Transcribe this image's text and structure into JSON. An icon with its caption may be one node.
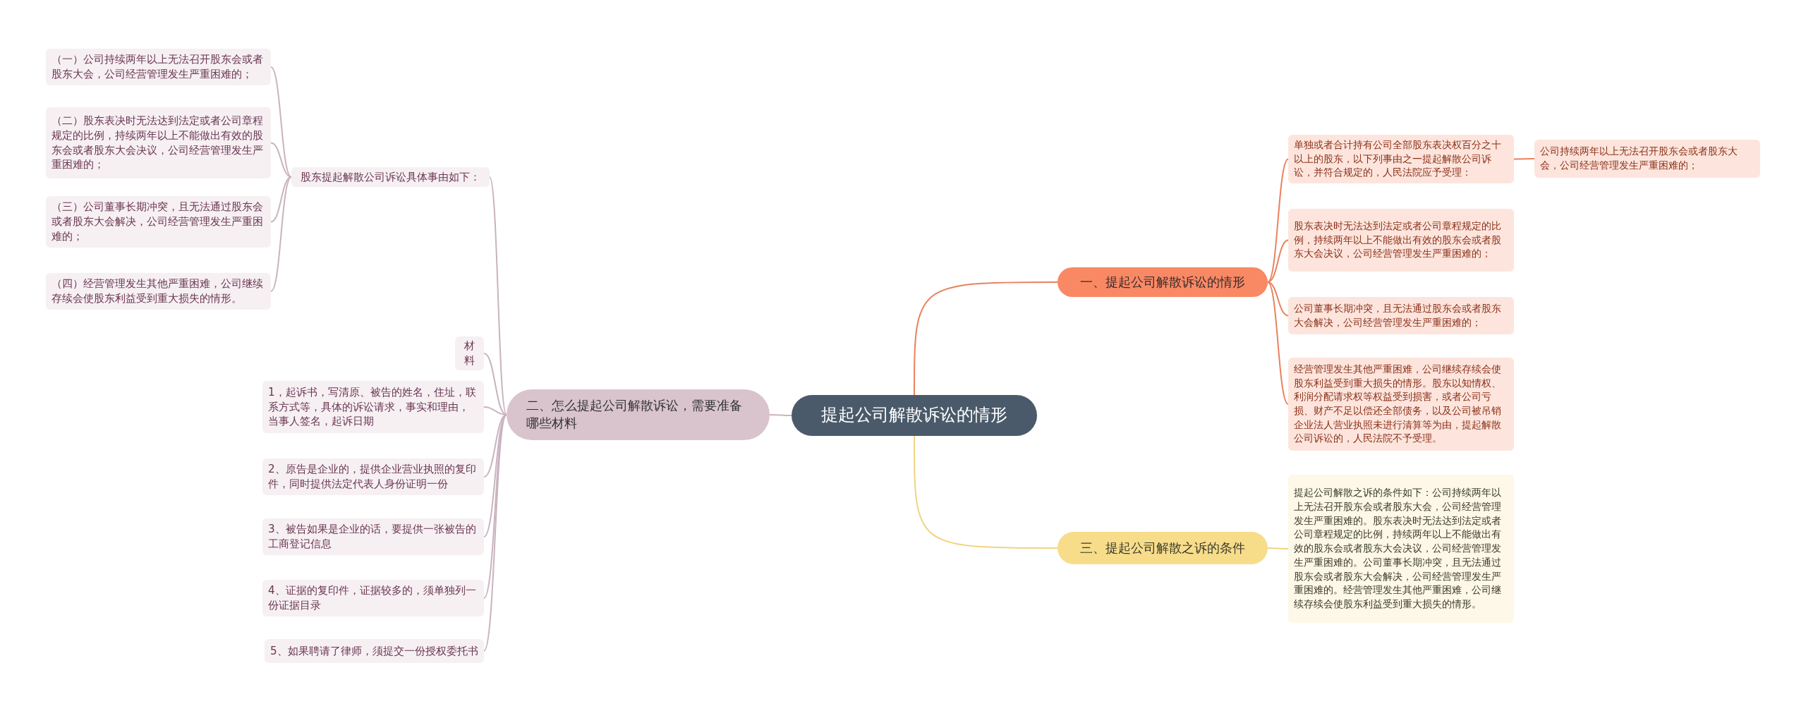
{
  "diagram": {
    "nodes": [
      {
        "text": [
          "提起公司解散诉讼的情形"
        ]
      },
      {
        "text": [
          "一、提起公司解散诉讼的情形"
        ]
      },
      {
        "text": [
          "单独或者合计持有公司全部股东表决权百分之十以上的股东，以下列事由之一提起解散公司诉讼，并符合规定的，人民法院应予受理："
        ]
      },
      {
        "text": [
          "公司持续两年以上无法召开股东会或者股东大会，公司经营管理发生严重困难的；"
        ]
      },
      {
        "text": [
          "股东表决时无法达到法定或者公司章程规定的比例，持续两年以上不能做出有效的股东会或者股东大会决议，公司经营管理发生严重困难的；"
        ]
      },
      {
        "text": [
          "公司董事长期冲突，且无法通过股东会或者股东大会解决，公司经营管理发生严重困难的；"
        ]
      },
      {
        "text": [
          "经营管理发生其他严重困难，公司继续存续会使股东利益受到重大损失的情形。股东以知情权、利润分配请求权等权益受到损害，或者公司亏损、财产不足以偿还全部债务，以及公司被吊销企业法人营业执照未进行清算等为由，提起解散公司诉讼的，人民法院不予受理。"
        ]
      },
      {
        "text": [
          "三、提起公司解散之诉的条件"
        ]
      },
      {
        "text": [
          "提起公司解散之诉的条件如下：公司持续两年以上无法召开股东会或者股东大会，公司经营管理发生严重困难的。股东表决时无法达到法定或者公司章程规定的比例，持续两年以上不能做出有效的股东会或者股东大会决议，公司经营管理发生严重困难的。公司董事长期冲突，且无法通过股东会或者股东大会解决，公司经营管理发生严重困难的。经营管理发生其他严重困难，公司继续存续会使股东利益受到重大损失的情形。"
        ]
      },
      {
        "text": [
          "二、怎么提起公司解散诉讼，需要准备哪些材料"
        ]
      },
      {
        "text": [
          "股东提起解散公司诉讼具体事由如下："
        ]
      },
      {
        "text": [
          "（一）公司持续两年以上无法召开股东会或者股东大会，公司经营管理发生严重困难的；"
        ]
      },
      {
        "text": [
          "（二）股东表决时无法达到法定或者公司章程规定的比例，持续两年以上不能做出有效的股东会或者股东大会决议，公司经营管理发生严重困难的；"
        ]
      },
      {
        "text": [
          "（三）公司董事长期冲突，且无法通过股东会或者股东大会解决，公司经营管理发生严重困难的；"
        ]
      },
      {
        "text": [
          "（四）经营管理发生其他严重困难，公司继续存续会使股东利益受到重大损失的情形。"
        ]
      },
      {
        "text": [
          "材料"
        ]
      },
      {
        "text": [
          "1，起诉书，写清原、被告的姓名，住址，联系方式等，具体的诉讼请求，事实和理由，当事人签名，起诉日期"
        ]
      },
      {
        "text": [
          "2、原告是企业的，提供企业营业执照的复印件，同时提供法定代表人身份证明一份"
        ]
      },
      {
        "text": [
          "3、被告如果是企业的话，要提供一张被告的工商登记信息"
        ]
      },
      {
        "text": [
          "4、证据的复印件，证据较多的，须单独列一份证据目录"
        ]
      },
      {
        "text": [
          "5、如果聘请了律师，须提交一份授权委托书"
        ]
      }
    ],
    "edges": [
      {
        "from": 0,
        "to": 1,
        "arrow": "none",
        "color": "#e8825f"
      },
      {
        "from": 1,
        "to": 2,
        "arrow": "none",
        "color": "#e8825f"
      },
      {
        "from": 2,
        "to": 3,
        "arrow": "none",
        "color": "#e8825f"
      },
      {
        "from": 1,
        "to": 4,
        "arrow": "none",
        "color": "#e8825f"
      },
      {
        "from": 1,
        "to": 5,
        "arrow": "none",
        "color": "#e8825f"
      },
      {
        "from": 1,
        "to": 6,
        "arrow": "none",
        "color": "#e8825f"
      },
      {
        "from": 0,
        "to": 7,
        "arrow": "none",
        "color": "#f0d480"
      },
      {
        "from": 7,
        "to": 8,
        "arrow": "none",
        "color": "#f0d480"
      },
      {
        "from": 0,
        "to": 9,
        "arrow": "none"
      },
      {
        "from": 9,
        "to": 10,
        "arrow": "none"
      },
      {
        "from": 10,
        "to": 11,
        "arrow": "none"
      },
      {
        "from": 10,
        "to": 12,
        "arrow": "none"
      },
      {
        "from": 10,
        "to": 13,
        "arrow": "none"
      },
      {
        "from": 10,
        "to": 14,
        "arrow": "none"
      },
      {
        "from": 9,
        "to": 15,
        "arrow": "none"
      },
      {
        "from": 9,
        "to": 16,
        "arrow": "none"
      },
      {
        "from": 9,
        "to": 17,
        "arrow": "none"
      },
      {
        "from": 9,
        "to": 18,
        "arrow": "none"
      },
      {
        "from": 9,
        "to": 19,
        "arrow": "none"
      },
      {
        "from": 9,
        "to": 20,
        "arrow": "none"
      }
    ]
  }
}
